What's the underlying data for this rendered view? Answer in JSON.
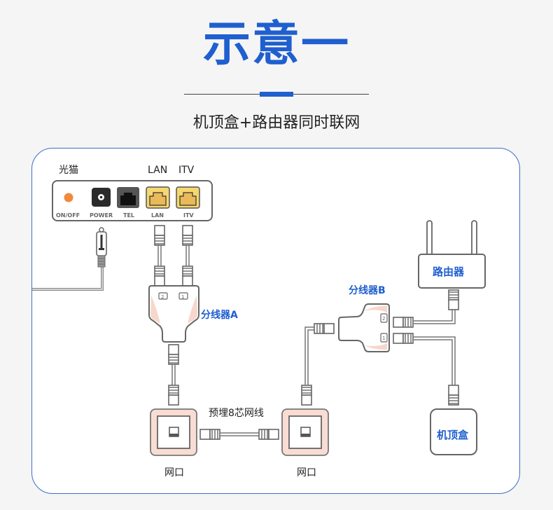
{
  "header": {
    "title": "示意一",
    "subtitle": "机顶盒+路由器同时联网"
  },
  "colors": {
    "accent": "#1f5fcf",
    "panel_border": "#3a6fc9",
    "device_stroke": "#666666",
    "port_yellow": "#f5d76e",
    "outlet_pink": "#f9dcd3",
    "onoff_orange": "#f08a3c"
  },
  "diagram": {
    "modem": {
      "label": "光猫",
      "top_labels": {
        "lan": "LAN",
        "itv": "ITV"
      },
      "ports": [
        "ON/OFF",
        "POWER",
        "TEL",
        "LAN",
        "ITV"
      ]
    },
    "splitter_a": {
      "label": "分线器A",
      "ports": [
        "2",
        "1"
      ]
    },
    "splitter_b": {
      "label": "分线器B",
      "ports": [
        "2",
        "1"
      ]
    },
    "router": {
      "label": "路由器"
    },
    "settop_box": {
      "label": "机顶盒"
    },
    "cable_label": "预埋8芯网线",
    "outlets": [
      {
        "label": "网口"
      },
      {
        "label": "网口"
      }
    ]
  }
}
